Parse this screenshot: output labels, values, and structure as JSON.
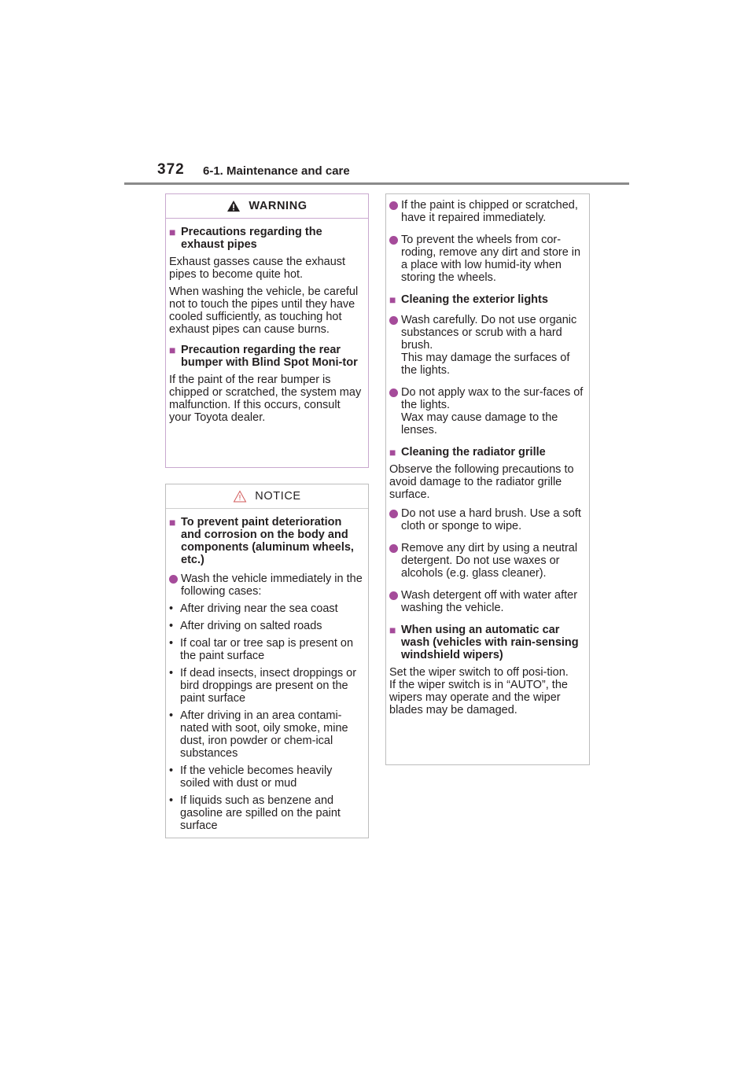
{
  "header": {
    "page_number": "372",
    "section_title": "6-1. Maintenance and care"
  },
  "warning": {
    "label": "WARNING",
    "heading1": "Precautions regarding the exhaust pipes",
    "para1a": "Exhaust gasses cause the exhaust pipes to become quite hot.",
    "para1b": "When washing the vehicle, be careful not to touch the pipes until they have cooled sufficiently, as touching hot exhaust pipes can cause burns.",
    "heading2": "Precaution regarding the rear bumper with Blind Spot Moni-tor",
    "para2": "If the paint of the rear bumper is chipped or scratched, the system may malfunction. If this occurs, consult your Toyota dealer."
  },
  "notice": {
    "label": "NOTICE",
    "heading": "To prevent paint deterioration and corrosion on the body and components (aluminum wheels, etc.)",
    "bullet": "Wash the vehicle immediately in the following cases:",
    "items": [
      "After driving near the sea coast",
      "After driving on salted roads",
      "If coal tar or tree sap is present on the paint surface",
      "If dead insects, insect droppings or bird droppings are present on the paint surface",
      "After driving in an area contami-nated with soot, oily smoke, mine dust, iron powder or chem-ical substances",
      "If the vehicle becomes heavily soiled with dust or mud",
      "If liquids such as benzene and gasoline are spilled on the paint surface"
    ]
  },
  "right": {
    "b1": "If the paint is chipped or scratched, have it repaired immediately.",
    "b2": "To prevent the wheels from cor-roding, remove any dirt and store in a place with low humid-ity when storing the wheels.",
    "h1": "Cleaning the exterior lights",
    "b3a": "Wash carefully. Do not use organic substances or scrub with a hard brush.",
    "b3b": "This may damage the surfaces of the lights.",
    "b4a": "Do not apply wax to the sur-faces of the lights.",
    "b4b": "Wax may cause damage to the lenses.",
    "h2": "Cleaning the radiator grille",
    "p1": "Observe the following precautions to avoid damage to the radiator grille surface.",
    "b5": "Do not use a hard brush. Use a soft cloth or sponge to wipe.",
    "b6": "Remove any dirt by using a neutral detergent. Do not use waxes or alcohols (e.g. glass cleaner).",
    "b7": "Wash detergent off with water after washing the vehicle.",
    "h3": "When using an automatic car wash (vehicles with rain-sensing windshield wipers)",
    "p2a": "Set the wiper switch to off posi-tion.",
    "p2b": "If the wiper switch is in “AUTO”, the wipers may operate and the wiper blades may be damaged."
  },
  "colors": {
    "accent": "#a54b9a",
    "warning_border": "#c9a9cf",
    "notice_border": "#bdbdbd"
  },
  "icons": {
    "warning": "warning-triangle-icon",
    "notice": "notice-triangle-icon"
  }
}
